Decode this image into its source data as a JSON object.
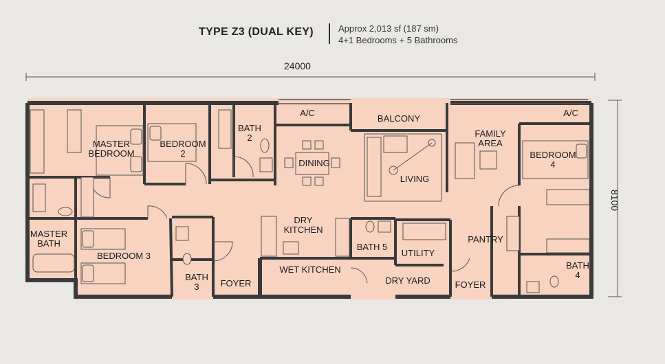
{
  "header": {
    "title": "TYPE Z3 (DUAL KEY)",
    "area": "Approx 2,013 sf (187 sm)",
    "rooms": "4+1 Bedrooms + 5 Bathrooms"
  },
  "dimensions": {
    "width": "24000",
    "height": "8100"
  },
  "rooms": {
    "master_bedroom": "MASTER\nBEDROOM",
    "bedroom2": "BEDROOM\n2",
    "bath2": "BATH\n2",
    "ac_left": "A/C",
    "balcony": "BALCONY",
    "ac_right": "A/C",
    "family_area": "FAMILY\nAREA",
    "bedroom4": "BEDROOM\n4",
    "dining": "DINING",
    "living": "LIVING",
    "master_bath": "MASTER\nBATH",
    "bedroom3": "BEDROOM 3",
    "bath3": "BATH\n3",
    "foyer_left": "FOYER",
    "dry_kitchen": "DRY\nKITCHEN",
    "wet_kitchen": "WET KITCHEN",
    "bath5": "BATH 5",
    "utility": "UTILITY",
    "dry_yard": "DRY YARD",
    "pantry": "PANTRY",
    "foyer_right": "FOYER",
    "bath4": "BATH\n4"
  },
  "colors": {
    "floor": "#f7d3c0",
    "wall": "#3a3a3a",
    "background": "#e9e8e4"
  }
}
